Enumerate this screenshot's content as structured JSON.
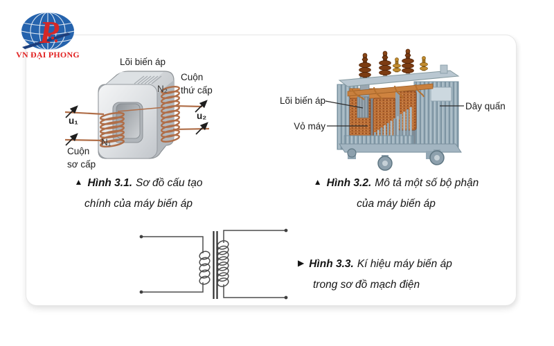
{
  "logo": {
    "text": "VN ĐẠI PHONG",
    "monogram": "P"
  },
  "figure1": {
    "labels": {
      "core": "Lõi biến áp",
      "secondary_line1": "Cuộn",
      "secondary_line2": "thứ cấp",
      "primary_line1": "Cuộn",
      "primary_line2": "sơ cấp",
      "n1": "N₁",
      "n2": "N₂",
      "u1": "u₁",
      "u2": "u₂"
    },
    "caption": {
      "marker": "▲",
      "label": "Hình 3.1.",
      "text_line1": "Sơ đồ cấu tạo",
      "text_line2": "chính của máy biến áp"
    }
  },
  "figure2": {
    "labels": {
      "core": "Lõi biến áp",
      "casing": "Vỏ máy",
      "winding": "Dây quấn"
    },
    "caption": {
      "marker": "▲",
      "label": "Hình 3.2.",
      "text_line1": "Mô tả một số bộ phận",
      "text_line2": "của máy biến áp"
    }
  },
  "figure3": {
    "caption": {
      "marker": "▶",
      "label": "Hình 3.3.",
      "text_line1": "Kí hiệu máy biến áp",
      "text_line2": "trong sơ đồ mạch điện"
    }
  },
  "colors": {
    "logo_blue": "#2563ad",
    "logo_red": "#d92525",
    "copper_wire": "#b06e48",
    "transformer_body": "#9fb3bf",
    "winding_orange": "#b5682f",
    "ink": "#161616"
  }
}
